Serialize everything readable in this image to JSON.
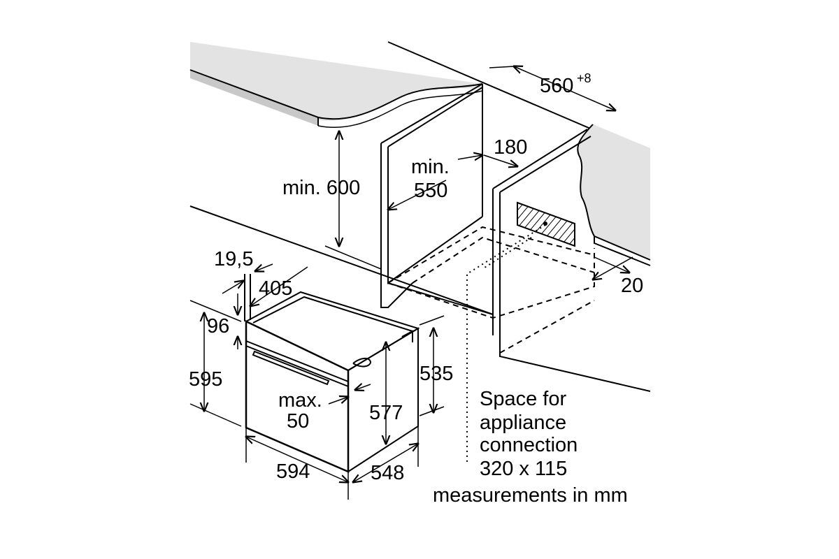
{
  "dimensions": {
    "countertop_width": "560",
    "countertop_width_tolerance": "+8",
    "niche_height_label": "min. 600",
    "niche_depth_line1": "min.",
    "niche_depth_line2": "550",
    "back_gap": "180",
    "plinth_gap": "20",
    "panel_offset": "19,5",
    "top_depth": "405",
    "top_height": "96",
    "total_height": "595",
    "handle_line1": "max.",
    "handle_line2": "50",
    "body_height": "577",
    "side_height": "535",
    "width": "594",
    "depth": "548"
  },
  "notes": {
    "connection_line1": "Space for",
    "connection_line2": "appliance",
    "connection_line3": "connection",
    "connection_line4": "320 x 115",
    "units": "measurements in mm"
  },
  "colors": {
    "countertop_fill": "#e3e3e3",
    "line": "#000000",
    "background": "#ffffff"
  }
}
